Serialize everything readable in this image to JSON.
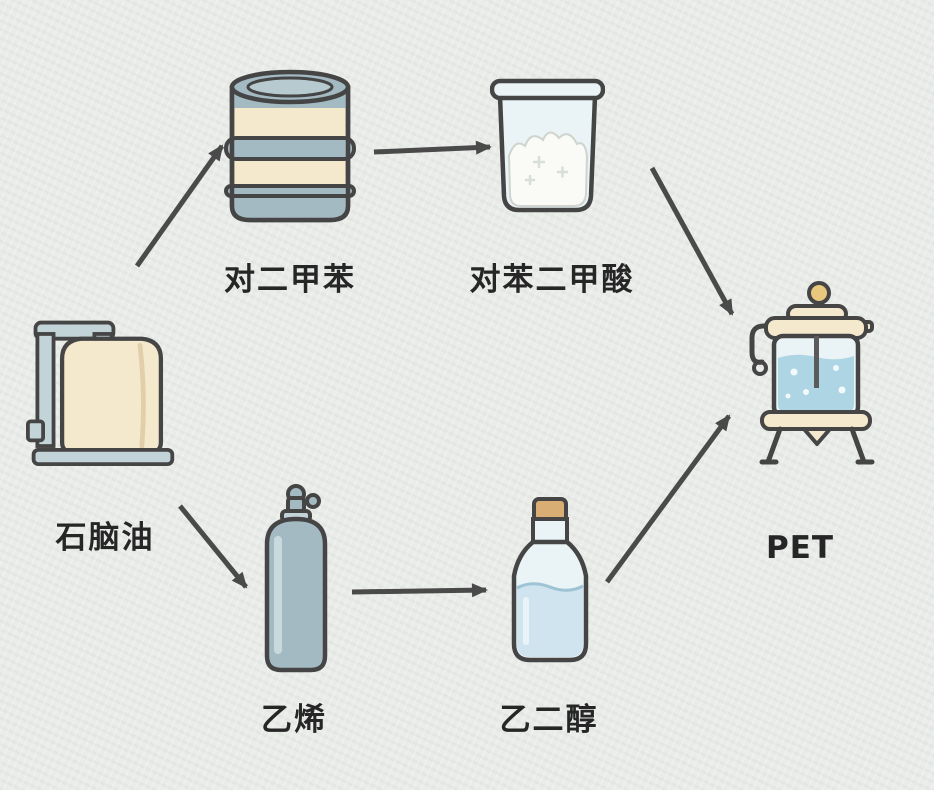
{
  "diagram": {
    "type": "process-flow",
    "topic": "PET production route",
    "nodes": {
      "naphtha": {
        "label": "石脑油",
        "icon": "storage-tank-icon"
      },
      "p_xylene": {
        "label": "对二甲苯",
        "icon": "drum-barrel-icon"
      },
      "terephthalic_acid": {
        "label": "对苯二甲酸",
        "icon": "beaker-powder-icon"
      },
      "ethylene": {
        "label": "乙烯",
        "icon": "gas-cylinder-icon"
      },
      "ethylene_glycol": {
        "label": "乙二醇",
        "icon": "bottle-liquid-icon"
      },
      "pet": {
        "label": "PET",
        "icon": "reactor-icon"
      }
    },
    "edges": [
      {
        "from": "naphtha",
        "to": "p_xylene"
      },
      {
        "from": "p_xylene",
        "to": "terephthalic_acid"
      },
      {
        "from": "terephthalic_acid",
        "to": "pet"
      },
      {
        "from": "naphtha",
        "to": "ethylene"
      },
      {
        "from": "ethylene",
        "to": "ethylene_glycol"
      },
      {
        "from": "ethylene_glycol",
        "to": "pet"
      }
    ],
    "colors": {
      "background": "#e9ece9",
      "outline": "#454545",
      "arrow": "#4a4a4a",
      "cream": "#f4e8cd",
      "steel_blue": "#a4bac2",
      "steel_blue_light": "#c3d4d9",
      "glass": "#eaf3f5",
      "liquid_blue": "#aed5e3",
      "powder_white": "#fafaf6",
      "cork": "#d9ae74",
      "text": "#262626"
    }
  }
}
